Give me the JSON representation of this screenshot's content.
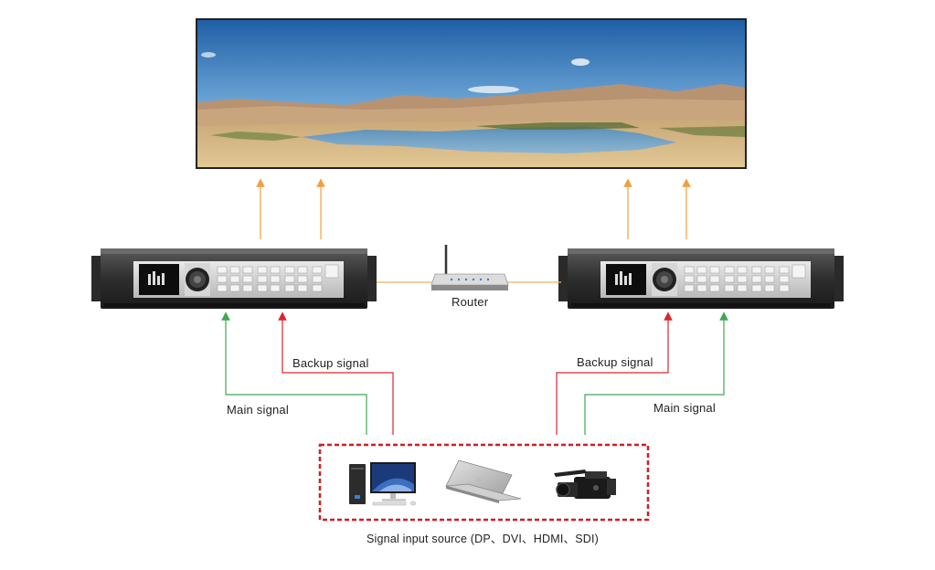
{
  "labels": {
    "router": "Router",
    "backup_left": "Backup signal",
    "main_left": "Main signal",
    "backup_right": "Backup signal",
    "main_right": "Main signal",
    "source": "Signal input source (DP、DVI、HDMI、SDI)"
  },
  "colors": {
    "output_arrow": "#f0a040",
    "main_signal": "#3fa654",
    "backup_signal": "#d9262b",
    "router_link": "#f0b060",
    "source_box": "#cc1f24"
  },
  "icons": [
    "landscape-display",
    "video-processor",
    "router-icon",
    "desktop-pc-icon",
    "laptop-icon",
    "camcorder-icon"
  ]
}
